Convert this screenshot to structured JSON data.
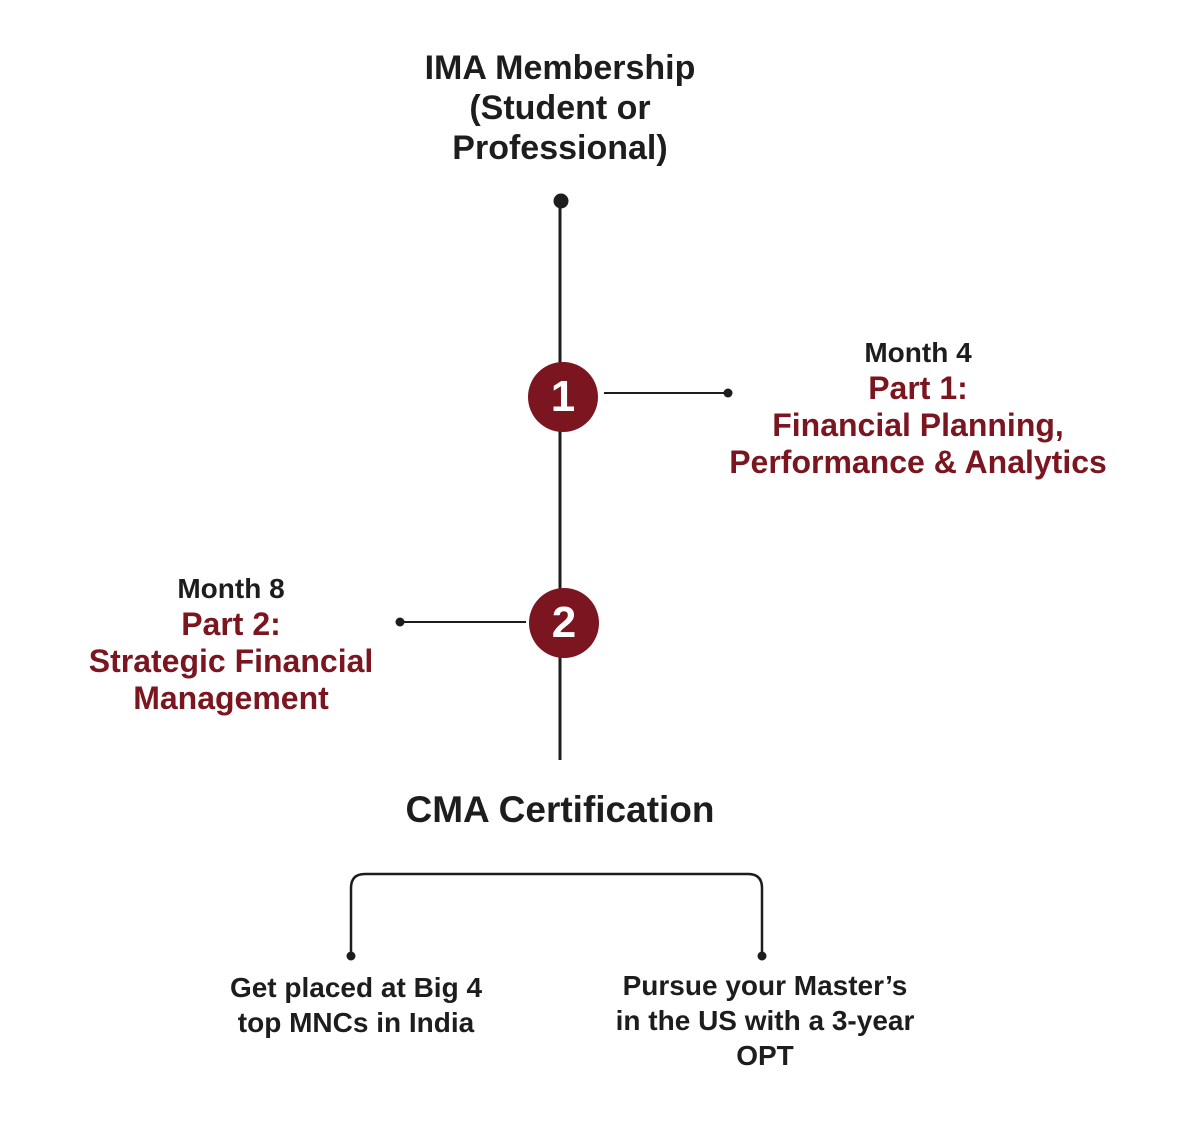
{
  "top_node": {
    "lines": [
      "IMA Membership",
      "(Student or",
      "Professional)"
    ]
  },
  "steps": [
    {
      "number": "1",
      "month": "Month 4",
      "title": "Part 1:",
      "desc_lines": [
        "Financial Planning,",
        "Performance & Analytics"
      ]
    },
    {
      "number": "2",
      "month": "Month 8",
      "title": "Part 2:",
      "desc_lines": [
        "Strategic Financial",
        "Management"
      ]
    }
  ],
  "result": "CMA Certification",
  "outcomes": [
    {
      "lines": [
        "Get placed at Big 4",
        "top MNCs in India"
      ]
    },
    {
      "lines": [
        "Pursue your Master’s",
        "in the US with a 3-year",
        "OPT"
      ]
    }
  ],
  "colors": {
    "accent": "#7b1520",
    "line": "#1d1d1d",
    "text": "#1d1d1d",
    "background": "#ffffff"
  }
}
